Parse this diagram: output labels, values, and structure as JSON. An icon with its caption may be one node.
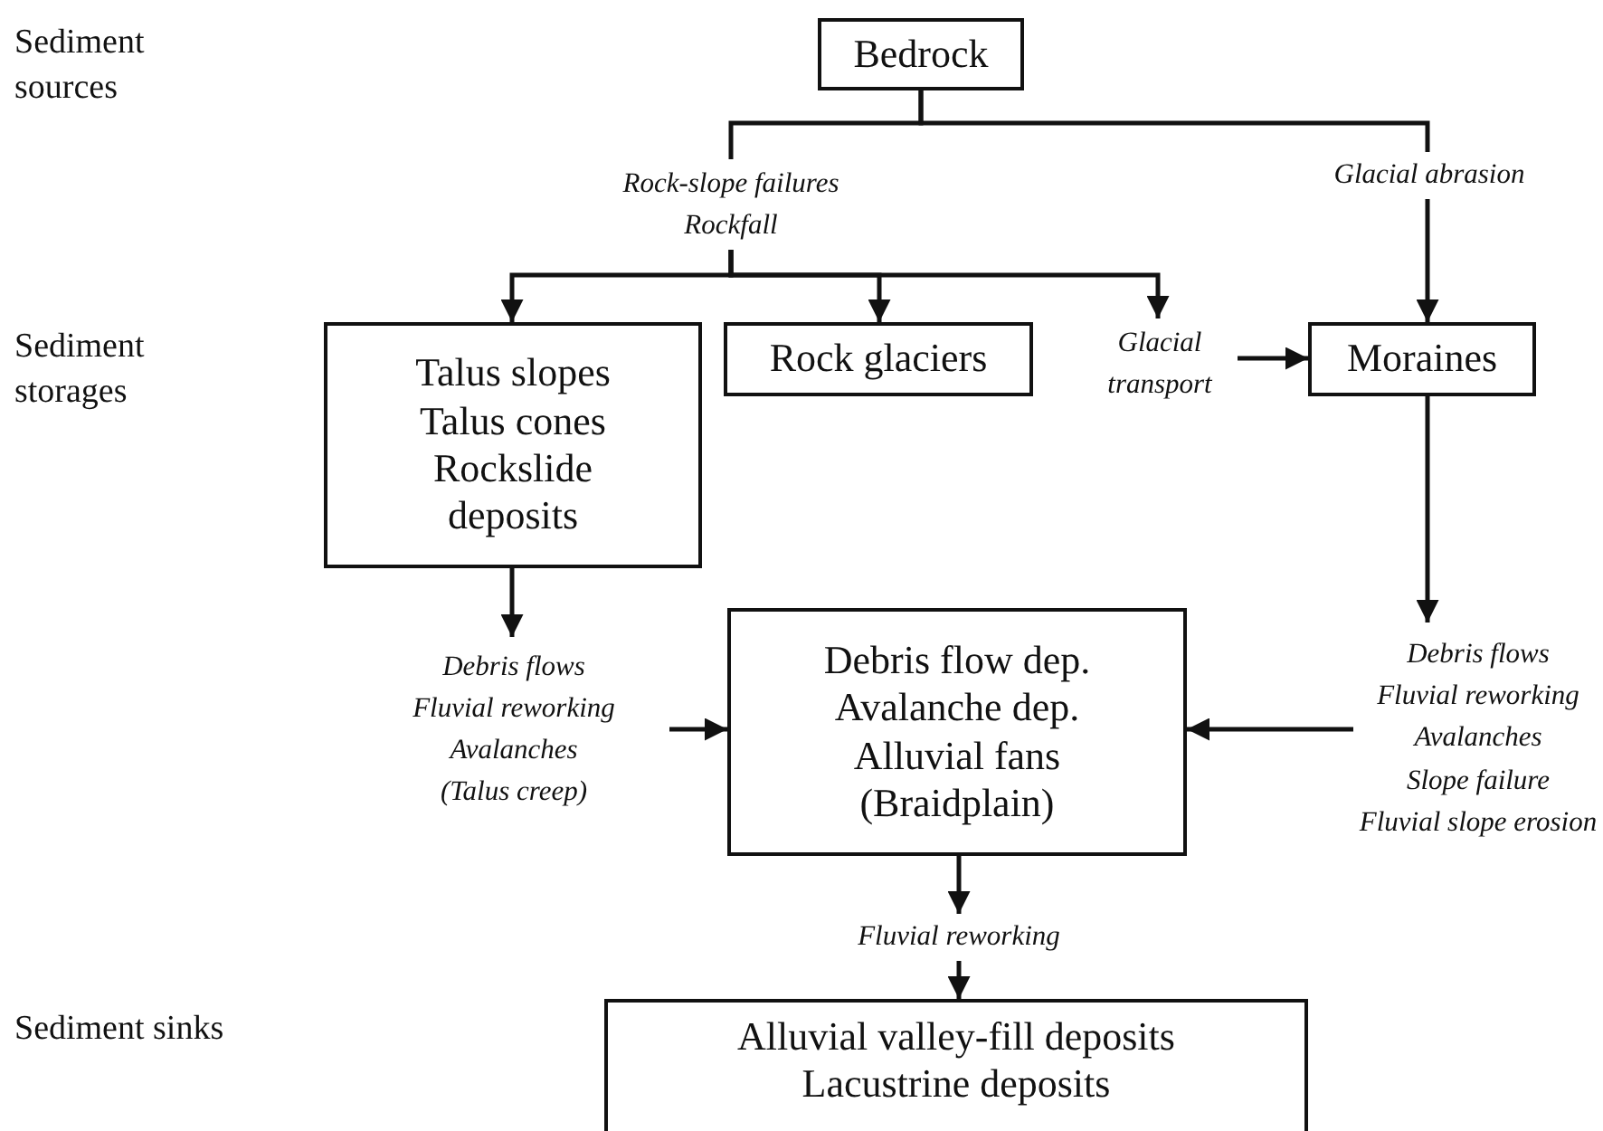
{
  "diagram": {
    "nodes": [
      {
        "text": [
          "Bedrock"
        ]
      },
      {
        "text": [
          "Rock-slope failures",
          "Rockfall"
        ]
      },
      {
        "text": [
          "Glacial abrasion"
        ]
      },
      {
        "text": [
          "Talus slopes",
          "Talus cones",
          "Rockslide deposits"
        ]
      },
      {
        "text": [
          "Rock glaciers"
        ]
      },
      {
        "text": [
          "Glacial transport"
        ]
      },
      {
        "text": [
          "Moraines"
        ]
      },
      {
        "text": [
          "Debris flows",
          "Fluvial reworking",
          "Avalanches",
          "(Talus creep)"
        ]
      },
      {
        "text": [
          "Debris flow dep.",
          "Avalanche dep.",
          "Alluvial fans",
          "(Braidplain)"
        ]
      },
      {
        "text": [
          "Debris flows",
          "Fluvial reworking",
          "Avalanches",
          "Slope failure",
          "Fluvial slope erosion"
        ]
      },
      {
        "text": [
          "Fluvial reworking"
        ]
      },
      {
        "text": [
          "Alluvial valley-fill deposits",
          "Lacustrine deposits"
        ]
      }
    ],
    "edges": [
      {
        "from": 0,
        "to": 1,
        "arrow": "none"
      },
      {
        "from": 0,
        "to": 2,
        "arrow": "none"
      },
      {
        "from": 1,
        "to": 3,
        "arrow": "to"
      },
      {
        "from": 1,
        "to": 4,
        "arrow": "to"
      },
      {
        "from": 1,
        "to": 5,
        "arrow": "to"
      },
      {
        "from": 2,
        "to": 6,
        "arrow": "to"
      },
      {
        "from": 5,
        "to": 6,
        "arrow": "to"
      },
      {
        "from": 3,
        "to": 7,
        "arrow": "to"
      },
      {
        "from": 7,
        "to": 8,
        "arrow": "to"
      },
      {
        "from": 6,
        "to": 9,
        "arrow": "to"
      },
      {
        "from": 9,
        "to": 8,
        "arrow": "to"
      },
      {
        "from": 8,
        "to": 10,
        "arrow": "to"
      },
      {
        "from": 10,
        "to": 11,
        "arrow": "to"
      }
    ],
    "labels": [
      "Sediment sources",
      "Sediment storages",
      "Sediment sinks"
    ]
  }
}
